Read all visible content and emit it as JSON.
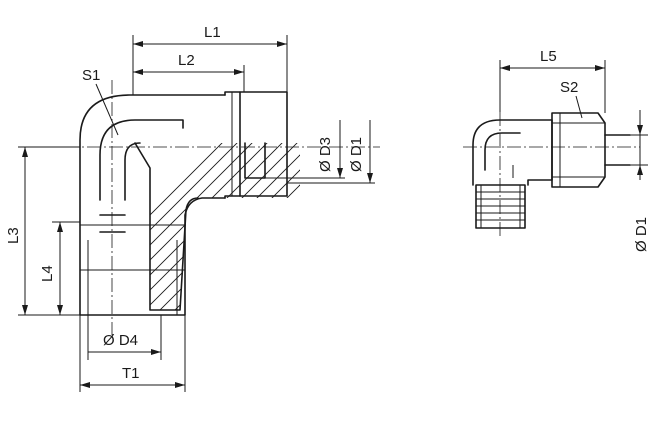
{
  "diagram": {
    "labels": {
      "L1": "L1",
      "L2": "L2",
      "L3": "L3",
      "L4": "L4",
      "L5": "L5",
      "S1": "S1",
      "S2": "S2",
      "T1": "T1",
      "D1_left": "Ø D1",
      "D3": "Ø D3",
      "D4": "Ø D4",
      "D1_right": "Ø D1"
    }
  }
}
